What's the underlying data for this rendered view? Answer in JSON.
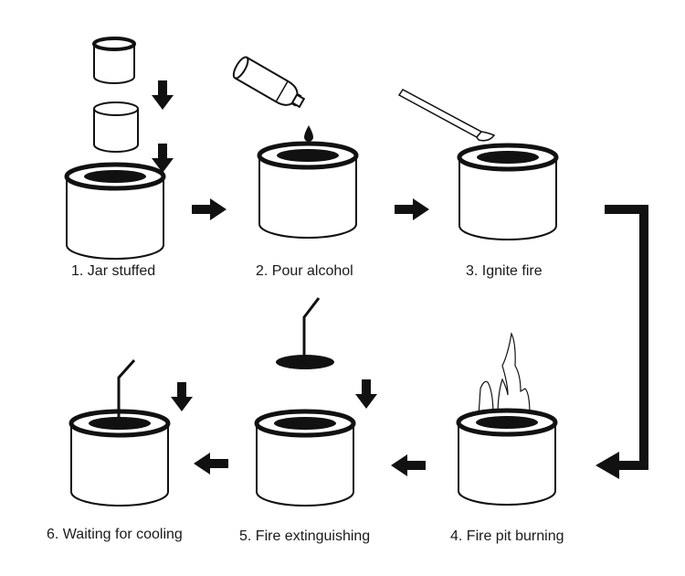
{
  "diagram": {
    "type": "process-flow",
    "flow_direction": "left-to-right top row, then down, right-to-left bottom row",
    "colors": {
      "stroke": "#111111",
      "fill": "#ffffff",
      "label": "#1a1a1a"
    },
    "steps": [
      {
        "number": 1,
        "label": "1. Jar stuffed",
        "illustration": "two small cups stacked into a jar with down arrows"
      },
      {
        "number": 2,
        "label": "2. Pour alcohol",
        "illustration": "bottle pouring a drop into jar"
      },
      {
        "number": 3,
        "label": "3. Ignite fire",
        "illustration": "long lighter stick over jar"
      },
      {
        "number": 4,
        "label": "4. Fire pit burning",
        "illustration": "flames rising from jar"
      },
      {
        "number": 5,
        "label": "5. Fire extinguishing",
        "illustration": "snuffer lid lowered onto jar with down arrow"
      },
      {
        "number": 6,
        "label": "6. Waiting for cooling",
        "illustration": "snuffer resting in jar with down arrow"
      }
    ],
    "connectors": [
      {
        "from": 1,
        "to": 2,
        "icon": "arrow-right-icon"
      },
      {
        "from": 2,
        "to": 3,
        "icon": "arrow-right-icon"
      },
      {
        "from": 3,
        "to": 4,
        "icon": "elbow-arrow-down-left-icon"
      },
      {
        "from": 4,
        "to": 5,
        "icon": "arrow-left-icon"
      },
      {
        "from": 5,
        "to": 6,
        "icon": "arrow-left-icon"
      }
    ]
  }
}
